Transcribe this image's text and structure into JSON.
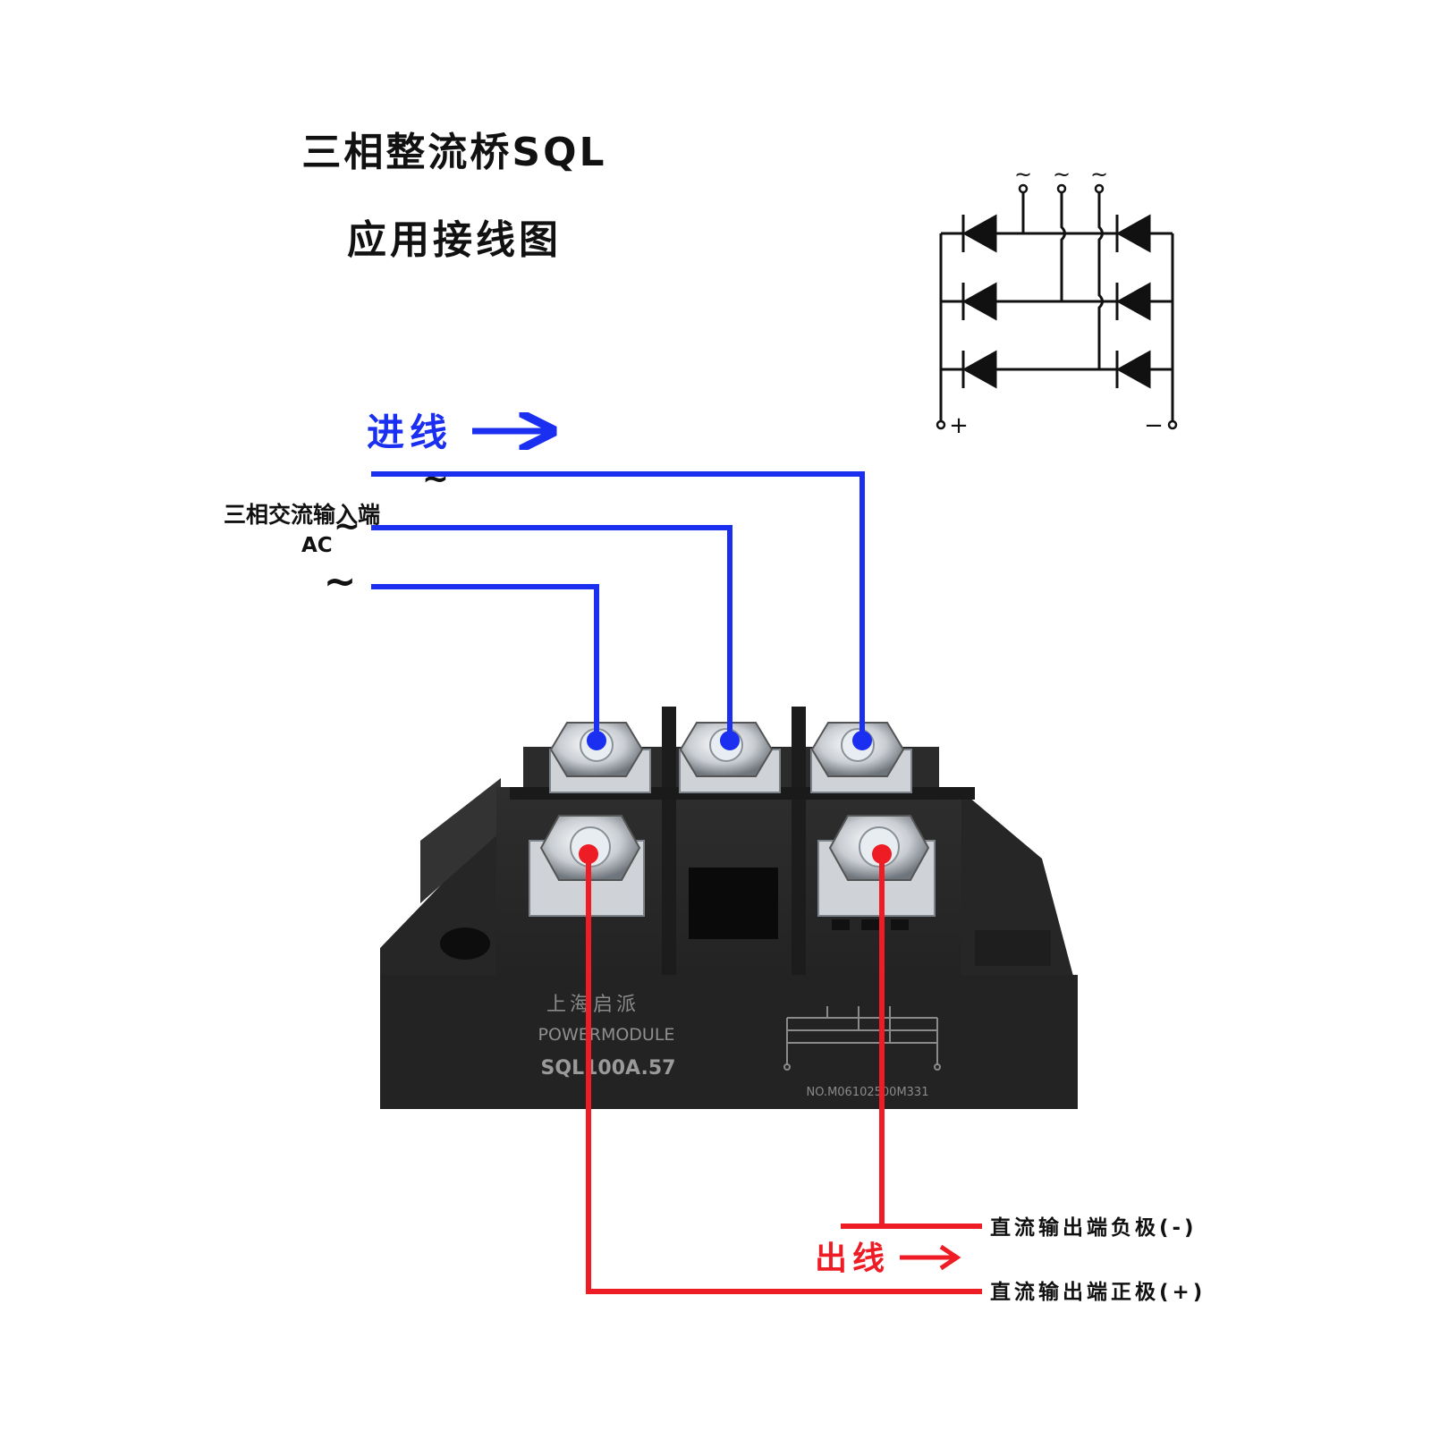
{
  "title": {
    "line1": "三相整流桥SQL",
    "line2": "应用接线图"
  },
  "input": {
    "label": "进线",
    "ac_label": "三相交流输入端",
    "ac_sub": "AC",
    "tilde": "~"
  },
  "output": {
    "label": "出线",
    "negative": "直流输出端负极(-)",
    "positive": "直流输出端正极(+)"
  },
  "schematic": {
    "ac_symbol": "~",
    "plus": "+",
    "minus": "−"
  },
  "module": {
    "brand": "上海启派",
    "series": "POWERMODULE",
    "model": "SQL100A.57",
    "serial": "NO.M06102500M331"
  },
  "colors": {
    "input_wire": "#1a2ff0",
    "output_wire": "#ee1c25",
    "body": "#242424",
    "text": "#111111"
  }
}
